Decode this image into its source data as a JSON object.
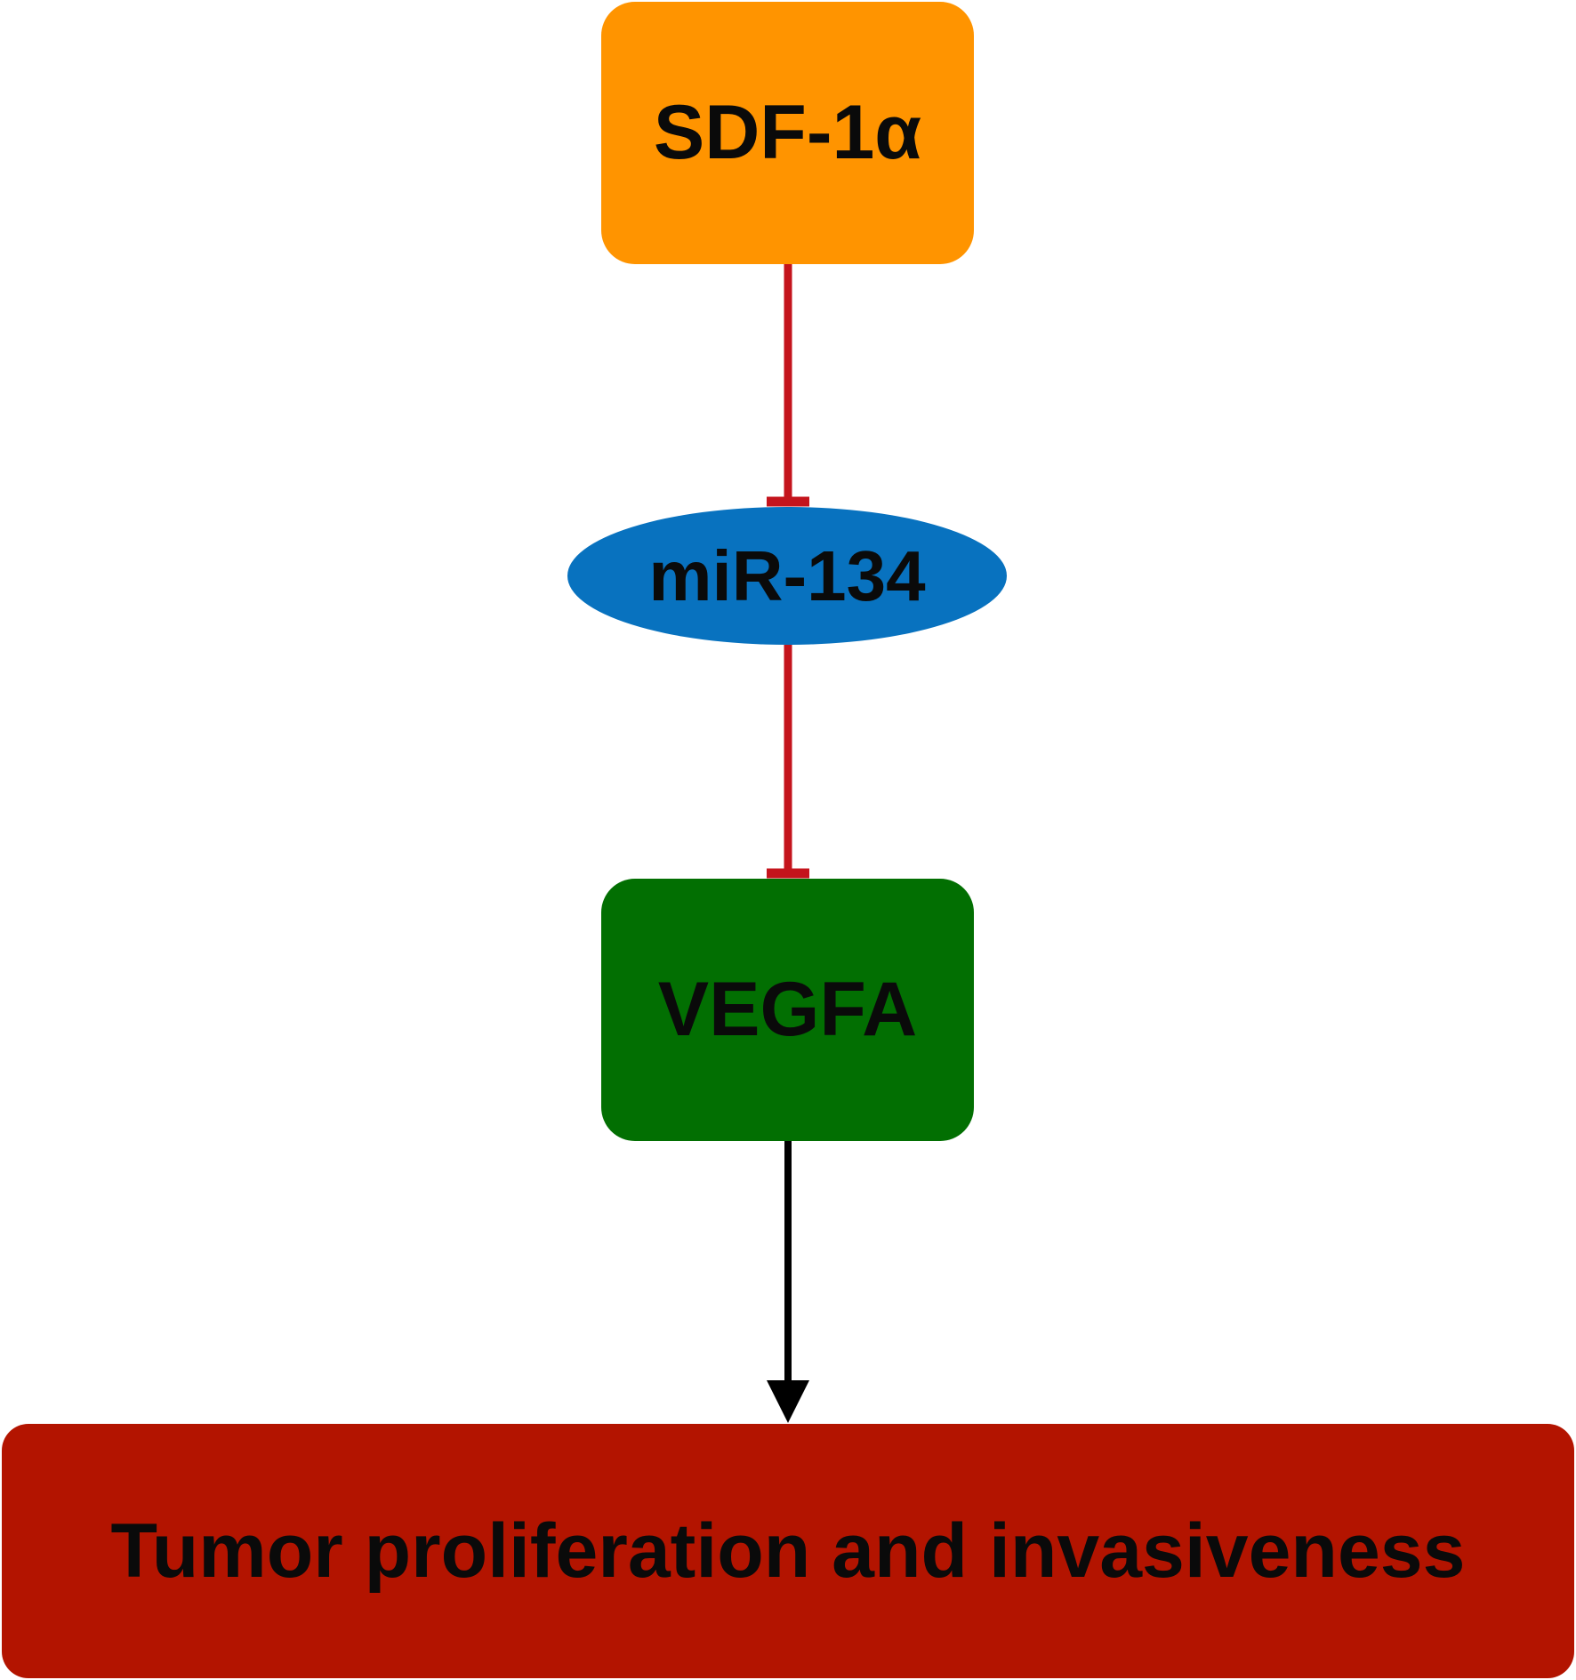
{
  "nodes": {
    "sdf1a": {
      "label": "SDF-1α",
      "color": "#ff9400"
    },
    "mir134": {
      "label": "miR-134",
      "color": "#0872bf"
    },
    "vegfa": {
      "label": "VEGFA",
      "color": "#026f02"
    },
    "outcome": {
      "label": "Tumor proliferation and invasiveness",
      "color": "#b31400"
    }
  },
  "edges": [
    {
      "from": "sdf1a",
      "to": "mir134",
      "type": "inhibition",
      "color": "#c4141c"
    },
    {
      "from": "mir134",
      "to": "vegfa",
      "type": "inhibition",
      "color": "#c4141c"
    },
    {
      "from": "vegfa",
      "to": "outcome",
      "type": "activation",
      "color": "#000000"
    }
  ]
}
